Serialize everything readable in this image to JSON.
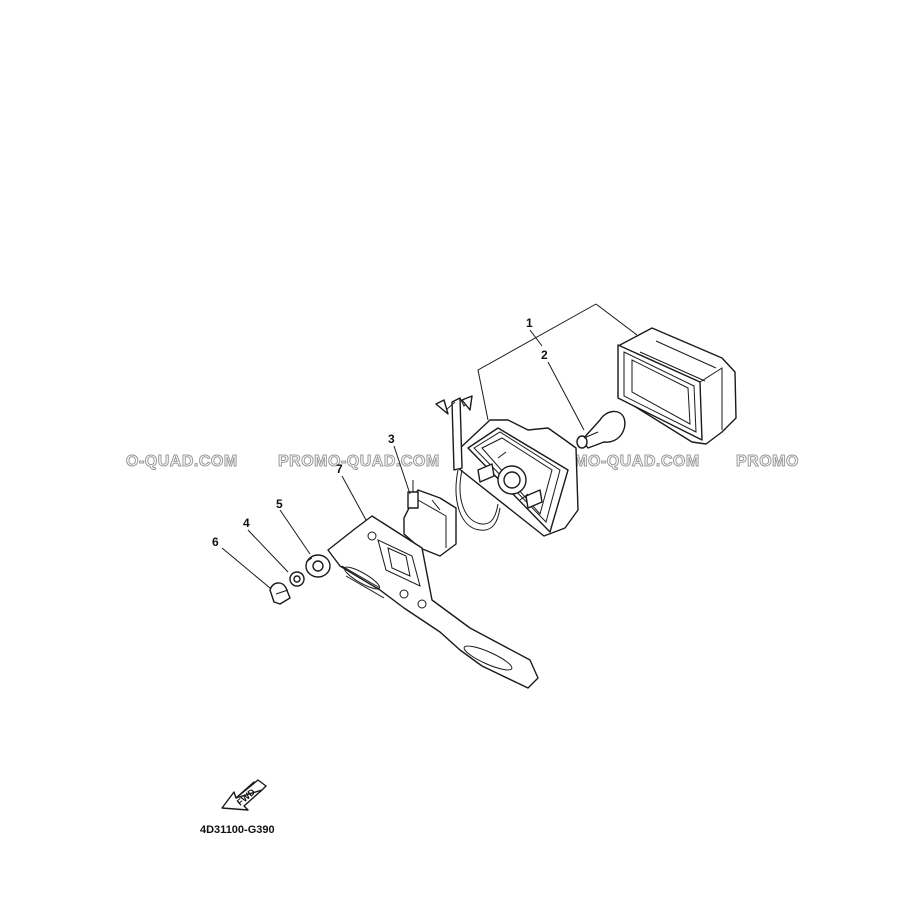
{
  "watermark": {
    "texts": [
      "O-QUAD.COM",
      "PROMO-QUAD.COM",
      "PROMO-QUAD.COM",
      "PROMO"
    ],
    "color": "#9a9a9a"
  },
  "callouts": {
    "c1": "1",
    "c2": "2",
    "c3": "3",
    "c4": "4",
    "c5": "5",
    "c6": "6",
    "c7": "7"
  },
  "fwd_label": "FWD",
  "drawing_code": "4D31100-G390",
  "icons": {
    "direction": "fwd-arrow-icon"
  }
}
